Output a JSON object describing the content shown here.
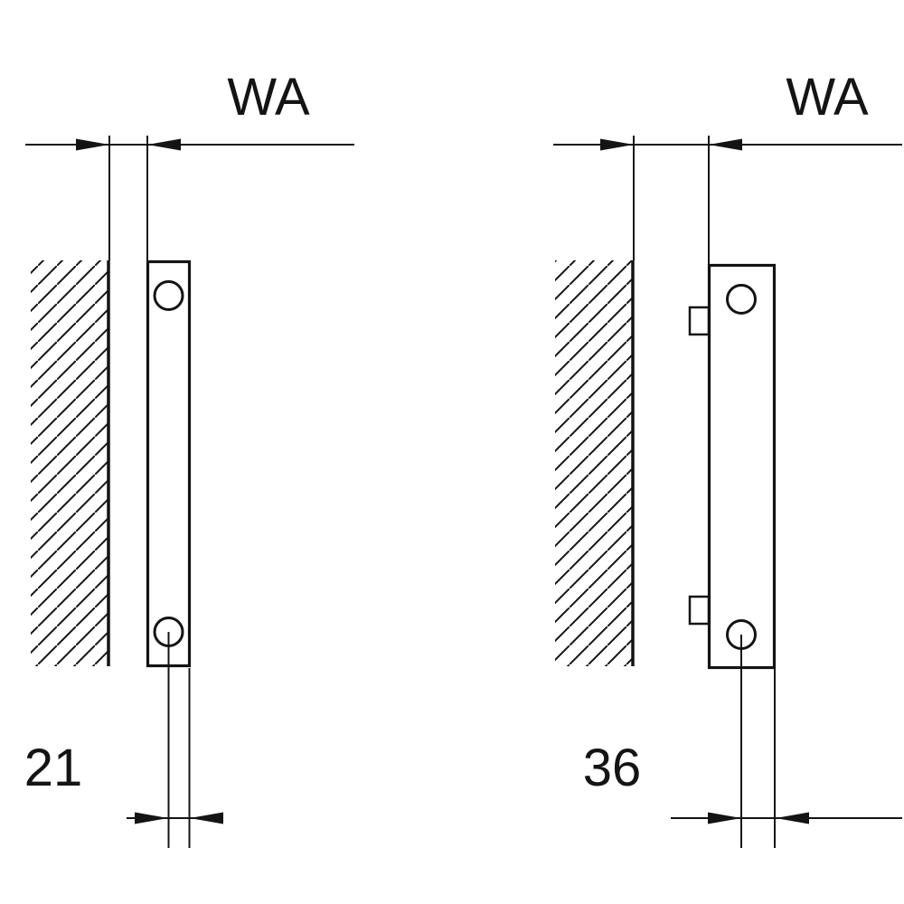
{
  "diagram": {
    "type": "technical-drawing",
    "background_color": "#ffffff",
    "line_color": "#141414",
    "figures": [
      {
        "name": "flat-panel-radiator-wall-mount-side-view",
        "top_dimension_label": "WA",
        "bottom_dimension_label": "21"
      },
      {
        "name": "profiled-radiator-wall-mount-side-view",
        "top_dimension_label": "WA",
        "bottom_dimension_label": "36"
      }
    ]
  }
}
